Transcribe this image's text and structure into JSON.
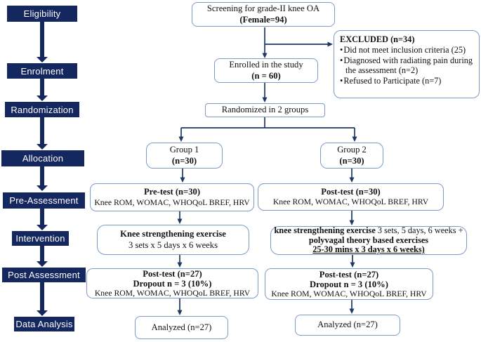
{
  "sidebar": {
    "items": [
      {
        "label": "Eligibility"
      },
      {
        "label": "Enrolment"
      },
      {
        "label": "Randomization"
      },
      {
        "label": "Allocation"
      },
      {
        "label": "Pre-Assessment"
      },
      {
        "label": "Intervention"
      },
      {
        "label": "Post Assessment"
      },
      {
        "label": "Data Analysis"
      }
    ]
  },
  "flow": {
    "screening": {
      "line1": "Screening for grade-II knee OA",
      "line2": "(Female=94)"
    },
    "excluded": {
      "title": "EXCLUDED (n=34)",
      "items": [
        "Did not meet inclusion criteria (25)",
        "Diagnosed with radiating pain during the assessment (n=2)",
        "Refused to Participate (n=7)"
      ]
    },
    "enrolled": {
      "line1": "Enrolled in the study",
      "line2": "(n = 60)"
    },
    "randomized": {
      "label": "Randomized in 2 groups"
    },
    "group1": {
      "line1": "Group 1",
      "line2": "(n=30)"
    },
    "group2": {
      "line1": "Group 2",
      "line2": "(n=30)"
    },
    "pre_assessment_group1": {
      "title": "Pre-test (n=30)",
      "measures": "Knee ROM, WOMAC, WHOQoL BREF, HRV"
    },
    "pre_assessment_group2": {
      "title": "Post-test (n=30)",
      "measures": "Knee ROM, WOMAC, WHOQoL BREF, HRV"
    },
    "intervention_group1": {
      "line1": "Knee strengthening exercise",
      "line2": "3 sets x 5 days x 6 weeks"
    },
    "intervention_group2": {
      "seg_bold1": "knee strengthening exercise",
      "seg_plain": " 3 sets, 5 days, 6 weeks + ",
      "seg_bold2": "polyvagal theory based exercises",
      "line_underlined": "25-30 mins x 3 days x 6 weeks)"
    },
    "post_assessment_group1": {
      "title": "Post-test (n=27)",
      "dropout": "Dropout n = 3 (10%)",
      "measures": "Knee ROM, WOMAC, WHOQoL BREF, HRV"
    },
    "post_assessment_group2": {
      "title": "Post-test (n=27)",
      "dropout": "Dropout n = 3 (10%)",
      "measures": "Knee ROM, WOMAC, WHOQoL BREF, HRV"
    },
    "analyzed_group1": {
      "label": "Analyzed (n=27)"
    },
    "analyzed_group2": {
      "label": "Analyzed (n=27)"
    }
  },
  "colors": {
    "stage_fill": "#14275f",
    "box_border": "#7d9bc8",
    "arrow": "#1f3864"
  }
}
